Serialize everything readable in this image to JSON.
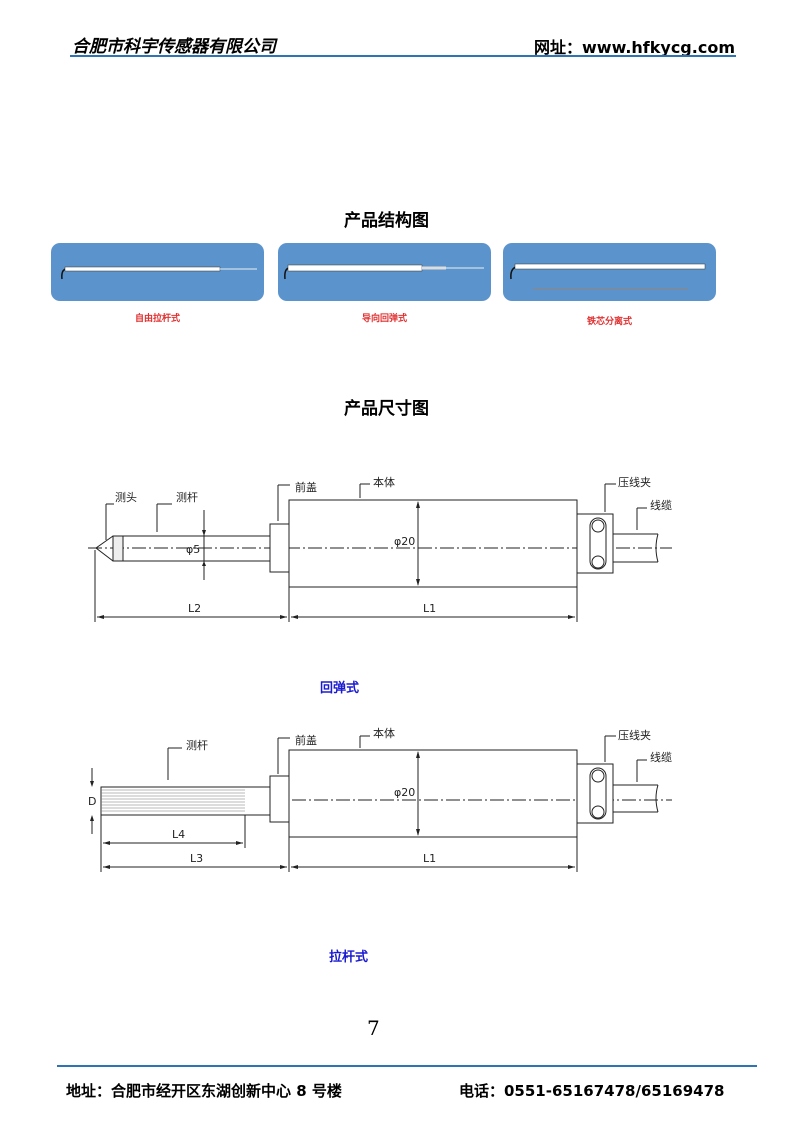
{
  "header": {
    "company": "合肥市科宇传感器有限公司",
    "website": "网址：www.hfkycg.com"
  },
  "structure": {
    "title": "产品结构图",
    "items": [
      {
        "label": "自由拉杆式"
      },
      {
        "label": "导向回弹式"
      },
      {
        "label": "铁芯分离式"
      }
    ]
  },
  "dimension": {
    "title": "产品尺寸图"
  },
  "diagram1": {
    "labels": {
      "probe_head": "测头",
      "probe_rod": "测杆",
      "front_cover": "前盖",
      "body": "本体",
      "cable_clamp": "压线夹",
      "cable": "线缆",
      "rod_dia": "φ5",
      "body_dia": "φ20",
      "l2": "L2",
      "l1": "L1"
    },
    "caption": "回弹式"
  },
  "diagram2": {
    "labels": {
      "probe_rod": "测杆",
      "front_cover": "前盖",
      "body": "本体",
      "cable_clamp": "压线夹",
      "cable": "线缆",
      "d": "D",
      "body_dia": "φ20",
      "l4": "L4",
      "l3": "L3",
      "l1": "L1"
    },
    "caption": "拉杆式"
  },
  "page_number": "7",
  "footer": {
    "address": "地址：合肥市经开区东湖创新中心 8 号楼",
    "phone": "电话：0551-65167478/65169478"
  },
  "colors": {
    "accent": "#2e74b5",
    "panel": "#5b94cc",
    "caption_red": "#e03030",
    "caption_blue": "#1a1ad0"
  }
}
